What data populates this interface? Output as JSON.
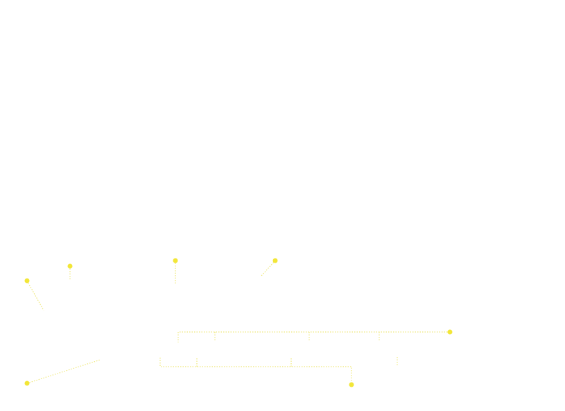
{
  "colors": {
    "callout_line": "#efe87a",
    "callout_dot": "#f2e637",
    "background": "#ffffff"
  },
  "callouts": [
    {
      "id": "callout-1",
      "label": ""
    },
    {
      "id": "callout-2",
      "label": ""
    },
    {
      "id": "callout-3",
      "label": ""
    },
    {
      "id": "callout-4",
      "label": ""
    },
    {
      "id": "callout-5",
      "label": ""
    },
    {
      "id": "callout-6",
      "label": ""
    },
    {
      "id": "callout-7",
      "label": ""
    }
  ]
}
